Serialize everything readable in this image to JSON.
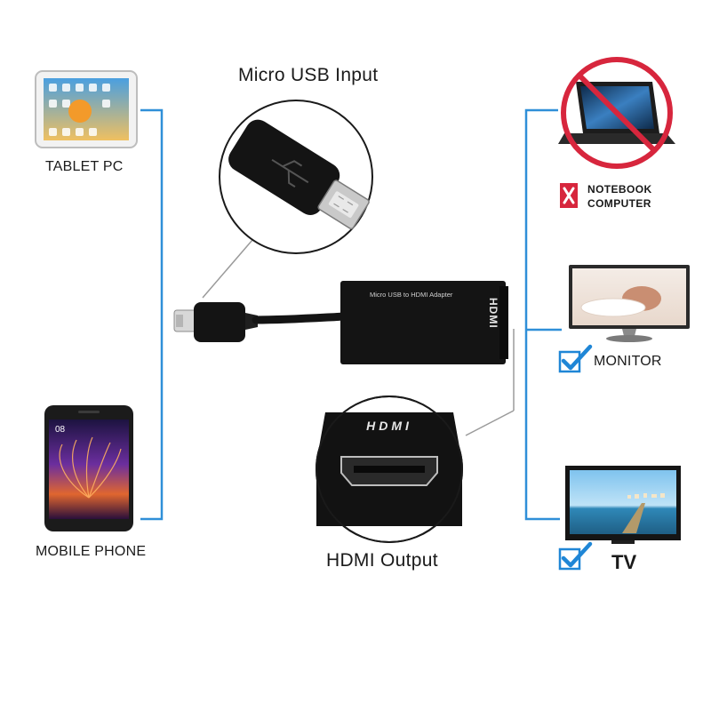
{
  "labels": {
    "micro_usb_input": "Micro USB Input",
    "hdmi_output": "HDMI Output",
    "tablet_pc": "TABLET PC",
    "mobile_phone": "MOBILE PHONE",
    "notebook_line1": "NOTEBOOK",
    "notebook_line2": "COMPUTER",
    "monitor": "MONITOR",
    "tv": "TV"
  },
  "adapter": {
    "body_text": "Micro USB to HDMI Adapter",
    "side_logo": "HDMI"
  },
  "hdmi_port_logo": "HDMI",
  "compatibility": {
    "tablet_pc": "supported",
    "mobile_phone": "supported",
    "notebook_computer": "not-supported",
    "monitor": "supported",
    "tv": "supported"
  },
  "colors": {
    "connector_line": "#2f8fd8",
    "check_mark": "#1f86d6",
    "cross": "#d7263d",
    "prohibited_sign": "#d7263d",
    "device_body": "#1b1b1b"
  }
}
